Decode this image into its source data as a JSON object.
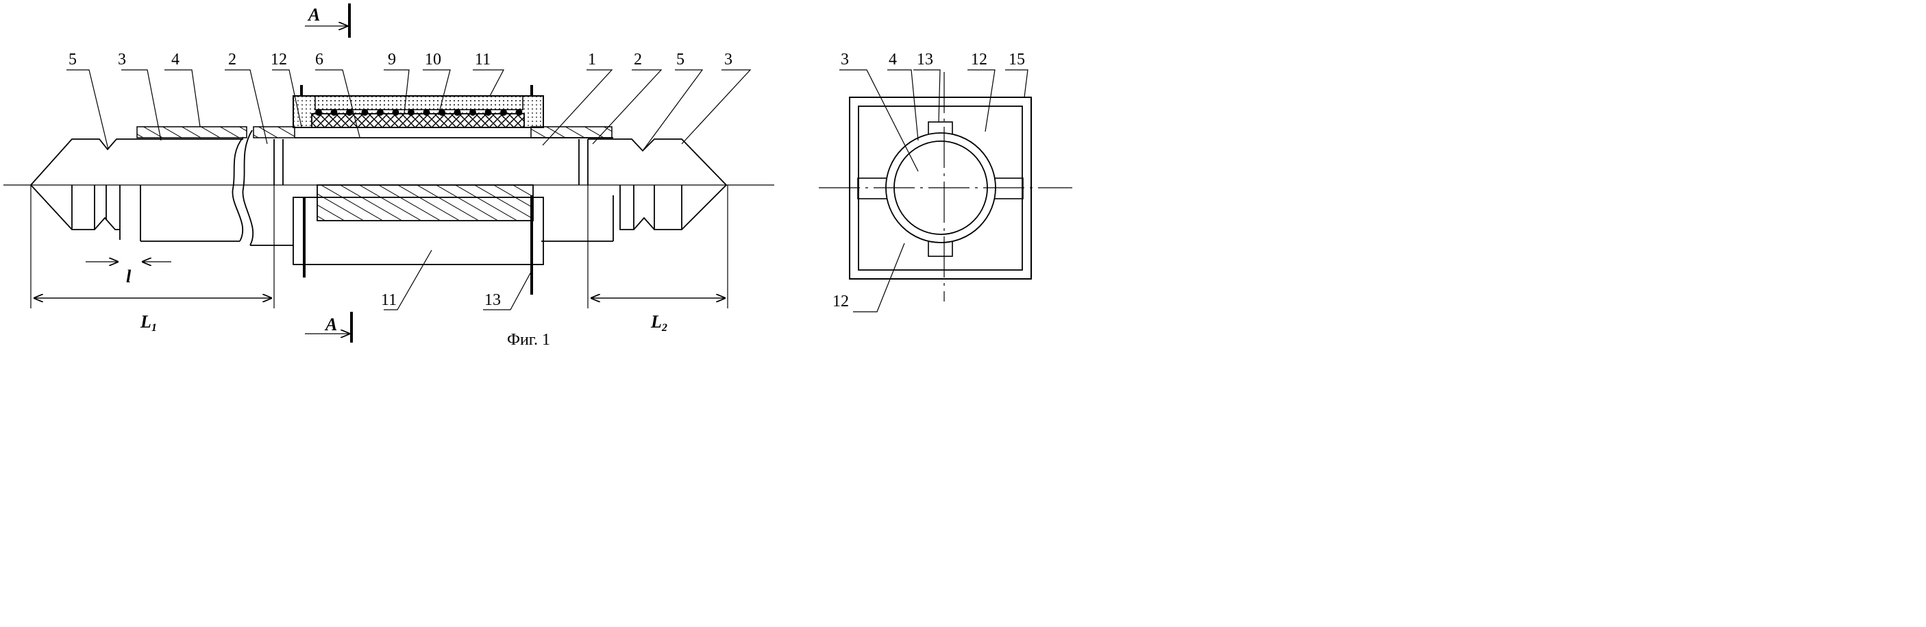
{
  "section_marks": {
    "top": "A",
    "bottom": "A"
  },
  "labels_main": {
    "n5_left": "5",
    "n3_left": "3",
    "n4": "4",
    "n2_left": "2",
    "n12_top": "12",
    "n6": "6",
    "n9": "9",
    "n10": "10",
    "n11_top": "11",
    "n1": "1",
    "n2_right": "2",
    "n5_right": "5",
    "n3_right": "3",
    "n11_bottom": "11",
    "n13_bottom": "13"
  },
  "dimensions": {
    "small_l": "l",
    "L1": "L",
    "L1_sub": "1",
    "L2": "L",
    "L2_sub": "2"
  },
  "labels_section": {
    "n3": "3",
    "n4": "4",
    "n13": "13",
    "n12_top": "12",
    "n15": "15",
    "n12_bottom": "12"
  },
  "caption": "Фиг. 1"
}
